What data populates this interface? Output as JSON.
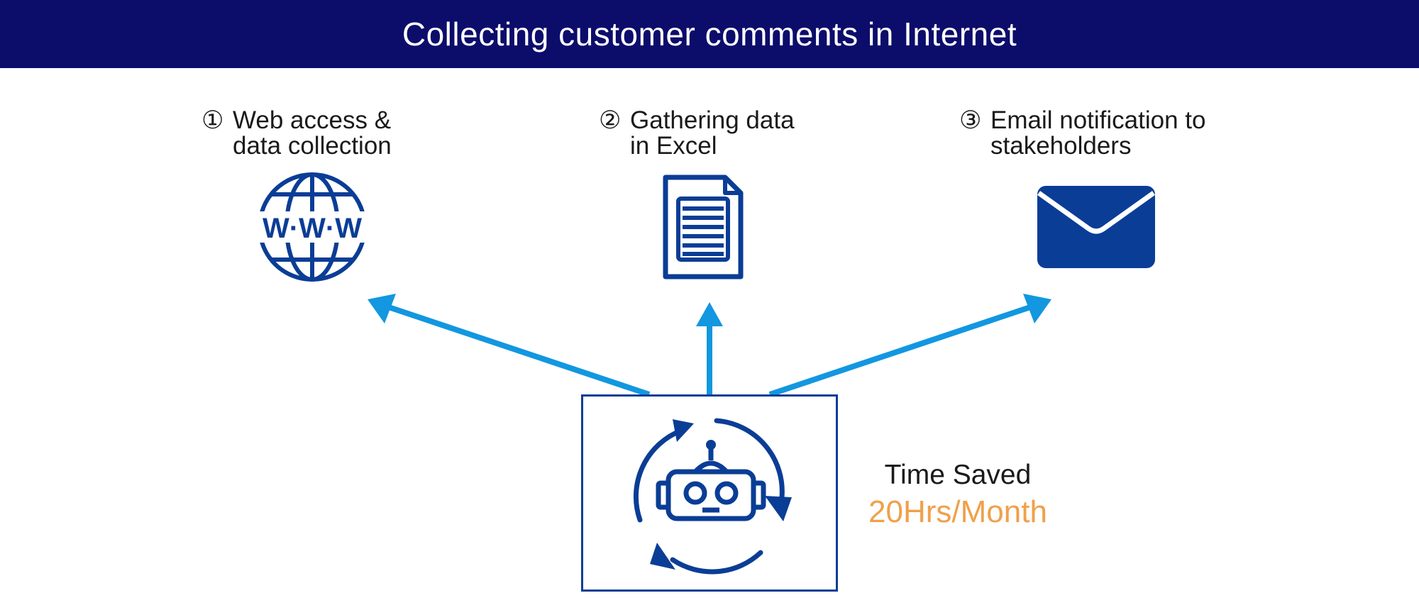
{
  "banner": {
    "title": "Collecting customer comments in Internet"
  },
  "steps": [
    {
      "number": "①",
      "line1": "Web access &",
      "line2": "data collection",
      "icon": "globe-www-icon"
    },
    {
      "number": "②",
      "line1": "Gathering data",
      "line2": "in Excel",
      "icon": "document-icon"
    },
    {
      "number": "③",
      "line1": "Email notification to",
      "line2": "stakeholders",
      "icon": "envelope-icon"
    }
  ],
  "center": {
    "icon": "robot-cycle-icon"
  },
  "time_saved": {
    "label": "Time Saved",
    "value": "20Hrs/Month"
  },
  "colors": {
    "banner": "#0c0c6b",
    "icon": "#0a3d96",
    "arrow": "#1297e0",
    "highlight": "#f0a04b"
  }
}
